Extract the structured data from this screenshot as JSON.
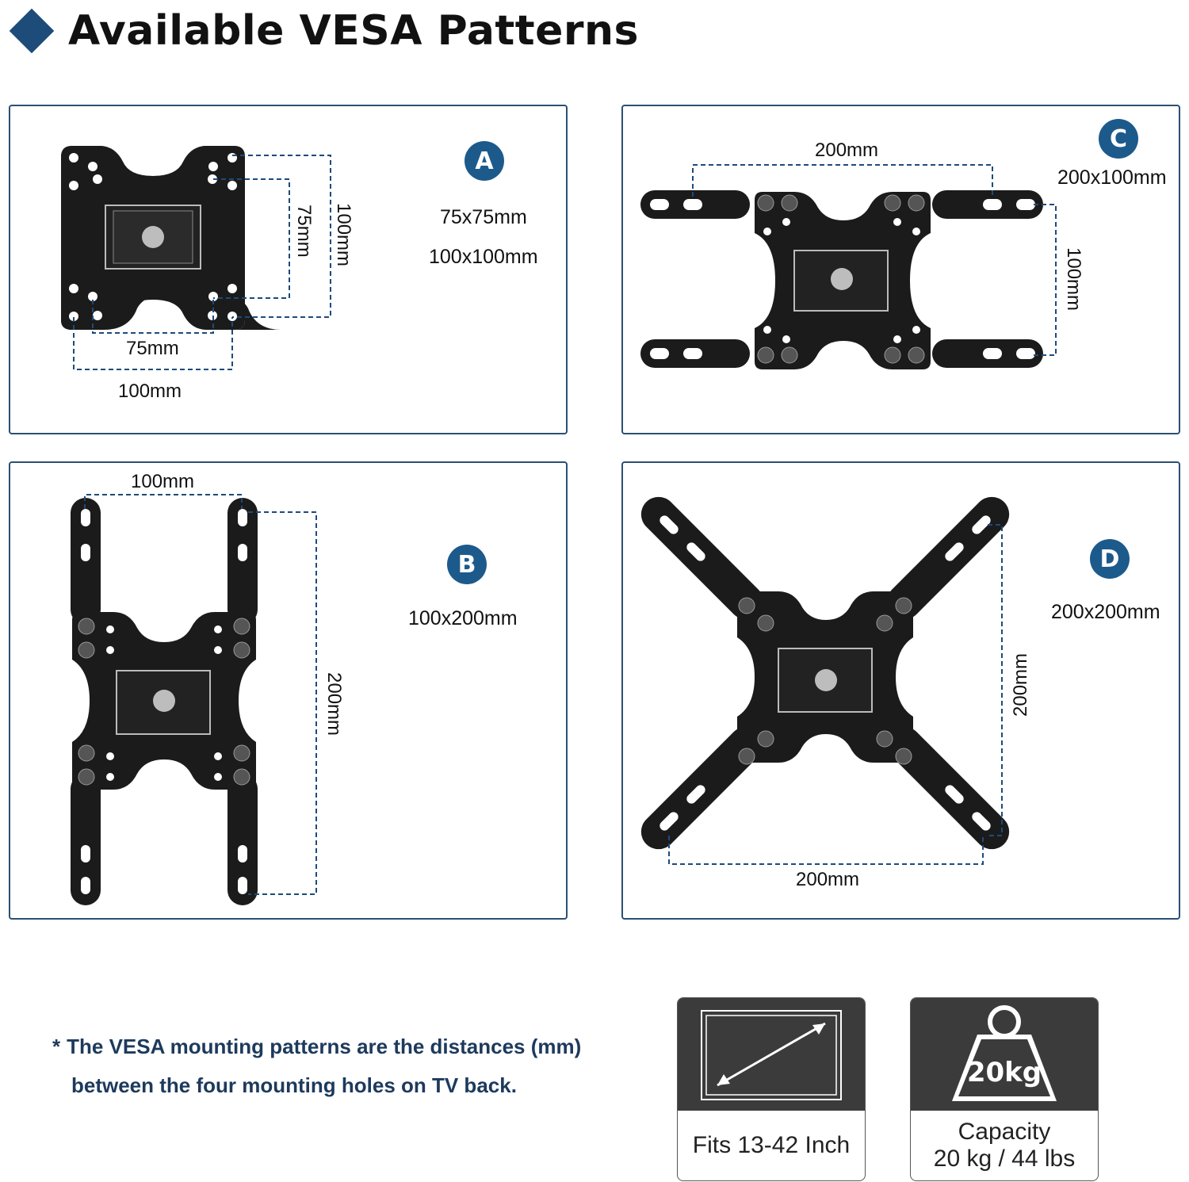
{
  "title": "Available VESA Patterns",
  "panels": {
    "A": {
      "badge": "A",
      "specs": [
        "75x75mm",
        "100x100mm"
      ],
      "dims": {
        "inner_h": "75mm",
        "outer_h": "100mm",
        "inner_v": "75mm",
        "outer_v": "100mm"
      }
    },
    "B": {
      "badge": "B",
      "specs": [
        "100x200mm"
      ],
      "dims": {
        "h": "100mm",
        "v": "200mm"
      }
    },
    "C": {
      "badge": "C",
      "specs": [
        "200x100mm"
      ],
      "dims": {
        "h": "200mm",
        "v": "100mm"
      }
    },
    "D": {
      "badge": "D",
      "specs": [
        "200x200mm"
      ],
      "dims": {
        "h": "200mm",
        "v": "200mm"
      }
    }
  },
  "note": {
    "star": "*",
    "line1": "The VESA mounting patterns are the distances (mm)",
    "line2": "between the four mounting holes on TV back."
  },
  "cards": {
    "fits": {
      "icon": "tv-diagonal-icon",
      "text": "Fits 13-42 Inch"
    },
    "capacity": {
      "icon": "weight-icon",
      "weight_label": "20kg",
      "line1": "Capacity",
      "line2": "20 kg / 44 lbs"
    }
  },
  "colors": {
    "accent": "#1d4b7a",
    "badge": "#1d5a8c",
    "border": "#2b4f74",
    "metal": "#1a1a1a"
  }
}
